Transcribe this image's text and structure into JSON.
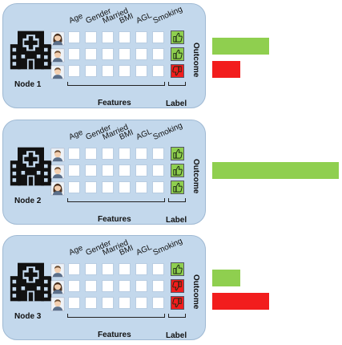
{
  "features": [
    "Age",
    "Gender",
    "Married",
    "BMI",
    "AGL",
    "Smoking"
  ],
  "features_caption": "Features",
  "label_caption": "Label",
  "outcome_caption": "Outcome",
  "colors": {
    "positive": "#8fcf4f",
    "negative": "#f21d1d",
    "card": "#c3d8ec"
  },
  "nodes": [
    {
      "name": "Node 1",
      "patients": [
        "woman-avatar-icon",
        "man-avatar-icon",
        "man-avatar-icon"
      ],
      "labels": [
        "positive",
        "positive",
        "negative"
      ],
      "outcome_fractions": {
        "positive": 0.45,
        "negative": 0.22
      }
    },
    {
      "name": "Node 2",
      "patients": [
        "man-avatar-icon",
        "man-avatar-icon",
        "woman-avatar-icon"
      ],
      "labels": [
        "positive",
        "positive",
        "positive"
      ],
      "outcome_fractions": {
        "positive": 1.0,
        "negative": 0.0
      }
    },
    {
      "name": "Node 3",
      "patients": [
        "man-avatar-icon",
        "woman-avatar-icon",
        "man-avatar-icon"
      ],
      "labels": [
        "positive",
        "negative",
        "negative"
      ],
      "outcome_fractions": {
        "positive": 0.22,
        "negative": 0.45
      }
    }
  ]
}
